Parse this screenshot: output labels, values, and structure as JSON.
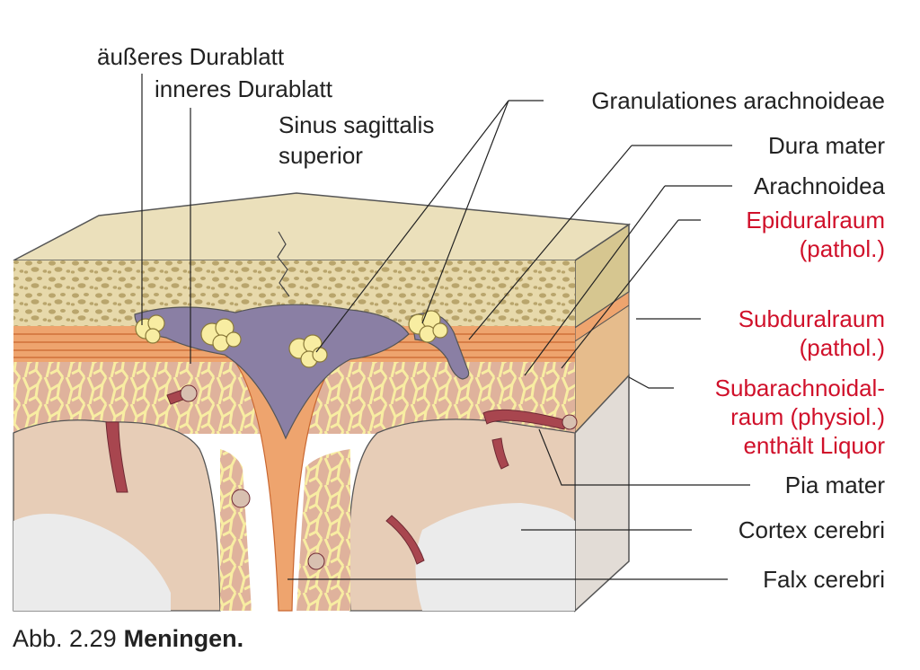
{
  "figure": {
    "labels_left": {
      "outer_dura": "äußeres Durablatt",
      "inner_dura": "inneres Durablatt",
      "sinus_line1": "Sinus sagittalis",
      "sinus_line2": "superior"
    },
    "labels_right": {
      "granulationes": "Granulationes arachnoideae",
      "dura_mater": "Dura mater",
      "arachnoidea": "Arachnoidea",
      "epidural_line1": "Epiduralraum",
      "epidural_line2": "(pathol.)",
      "subdural_line1": "Subduralraum",
      "subdural_line2": "(pathol.)",
      "subarach_line1": "Subarachnoidal-",
      "subarach_line2": "raum (physiol.)",
      "subarach_line3": "enthält Liquor",
      "pia_mater": "Pia mater",
      "cortex": "Cortex cerebri",
      "falx": "Falx cerebri"
    },
    "caption": {
      "number": "Abb. 2.29",
      "title": "Meningen."
    },
    "colors": {
      "bone": "#e7d9ab",
      "bone_side": "#d6c690",
      "bone_pores": "#b9a56c",
      "dura": "#eea46e",
      "dura_lines": "#c9662f",
      "sinus": "#8a7fa4",
      "trabeculae": "#f8eda2",
      "subarachnoid_bg": "#dfb29c",
      "cortex": "#e7cdb7",
      "white_matter": "#ebebeb",
      "vessel": "#a8464f",
      "red_label": "#d0102a"
    }
  }
}
